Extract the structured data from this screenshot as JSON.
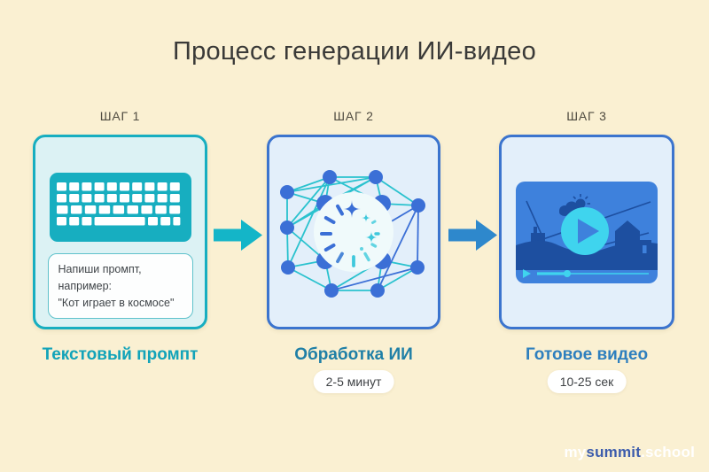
{
  "title": "Процесс генерации ИИ-видео",
  "steps": [
    {
      "label": "ШАГ 1",
      "caption": "Текстовый промпт",
      "icon": "keyboard-icon",
      "prompt": {
        "line1": "Напиши промпт,",
        "line2": "например:",
        "line3": "\"Кот играет в космосе\""
      }
    },
    {
      "label": "ШАГ 2",
      "caption": "Обработка ИИ",
      "icon": "neural-network-icon",
      "badge": "2-5 минут"
    },
    {
      "label": "ШАГ 3",
      "caption": "Готовое видео",
      "icon": "video-player-icon",
      "badge": "10-25 сек"
    }
  ],
  "arrows": [
    "right-arrow-teal",
    "right-arrow-blue"
  ],
  "logo": {
    "prefix": "my",
    "brand": "summit",
    "suffix": ".school"
  },
  "colors": {
    "background": "#FAF0D2",
    "title_text": "#3A3A38",
    "step_label_text": "#4F4B40",
    "teal_accent": "#17AEC0",
    "blue_accent": "#3B74CE",
    "card1_bg": "#DCF2F4",
    "card23_bg": "#E3EFFA",
    "caption1": "#12A3B9",
    "caption2": "#1F7FA6",
    "caption3": "#2E7FBE",
    "arrow_teal": "#14B5C8",
    "arrow_blue": "#2E88CC",
    "badge_bg": "#FFFFFF",
    "play_button_cyan": "#3FD4EE",
    "video_silhouette_navy": "#1D4FA0",
    "node_blue": "#3B6FD6",
    "edge_teal": "#2AC2CE",
    "logo_brand_blue": "#3C5CAC",
    "logo_light": "#FFFFFF"
  }
}
